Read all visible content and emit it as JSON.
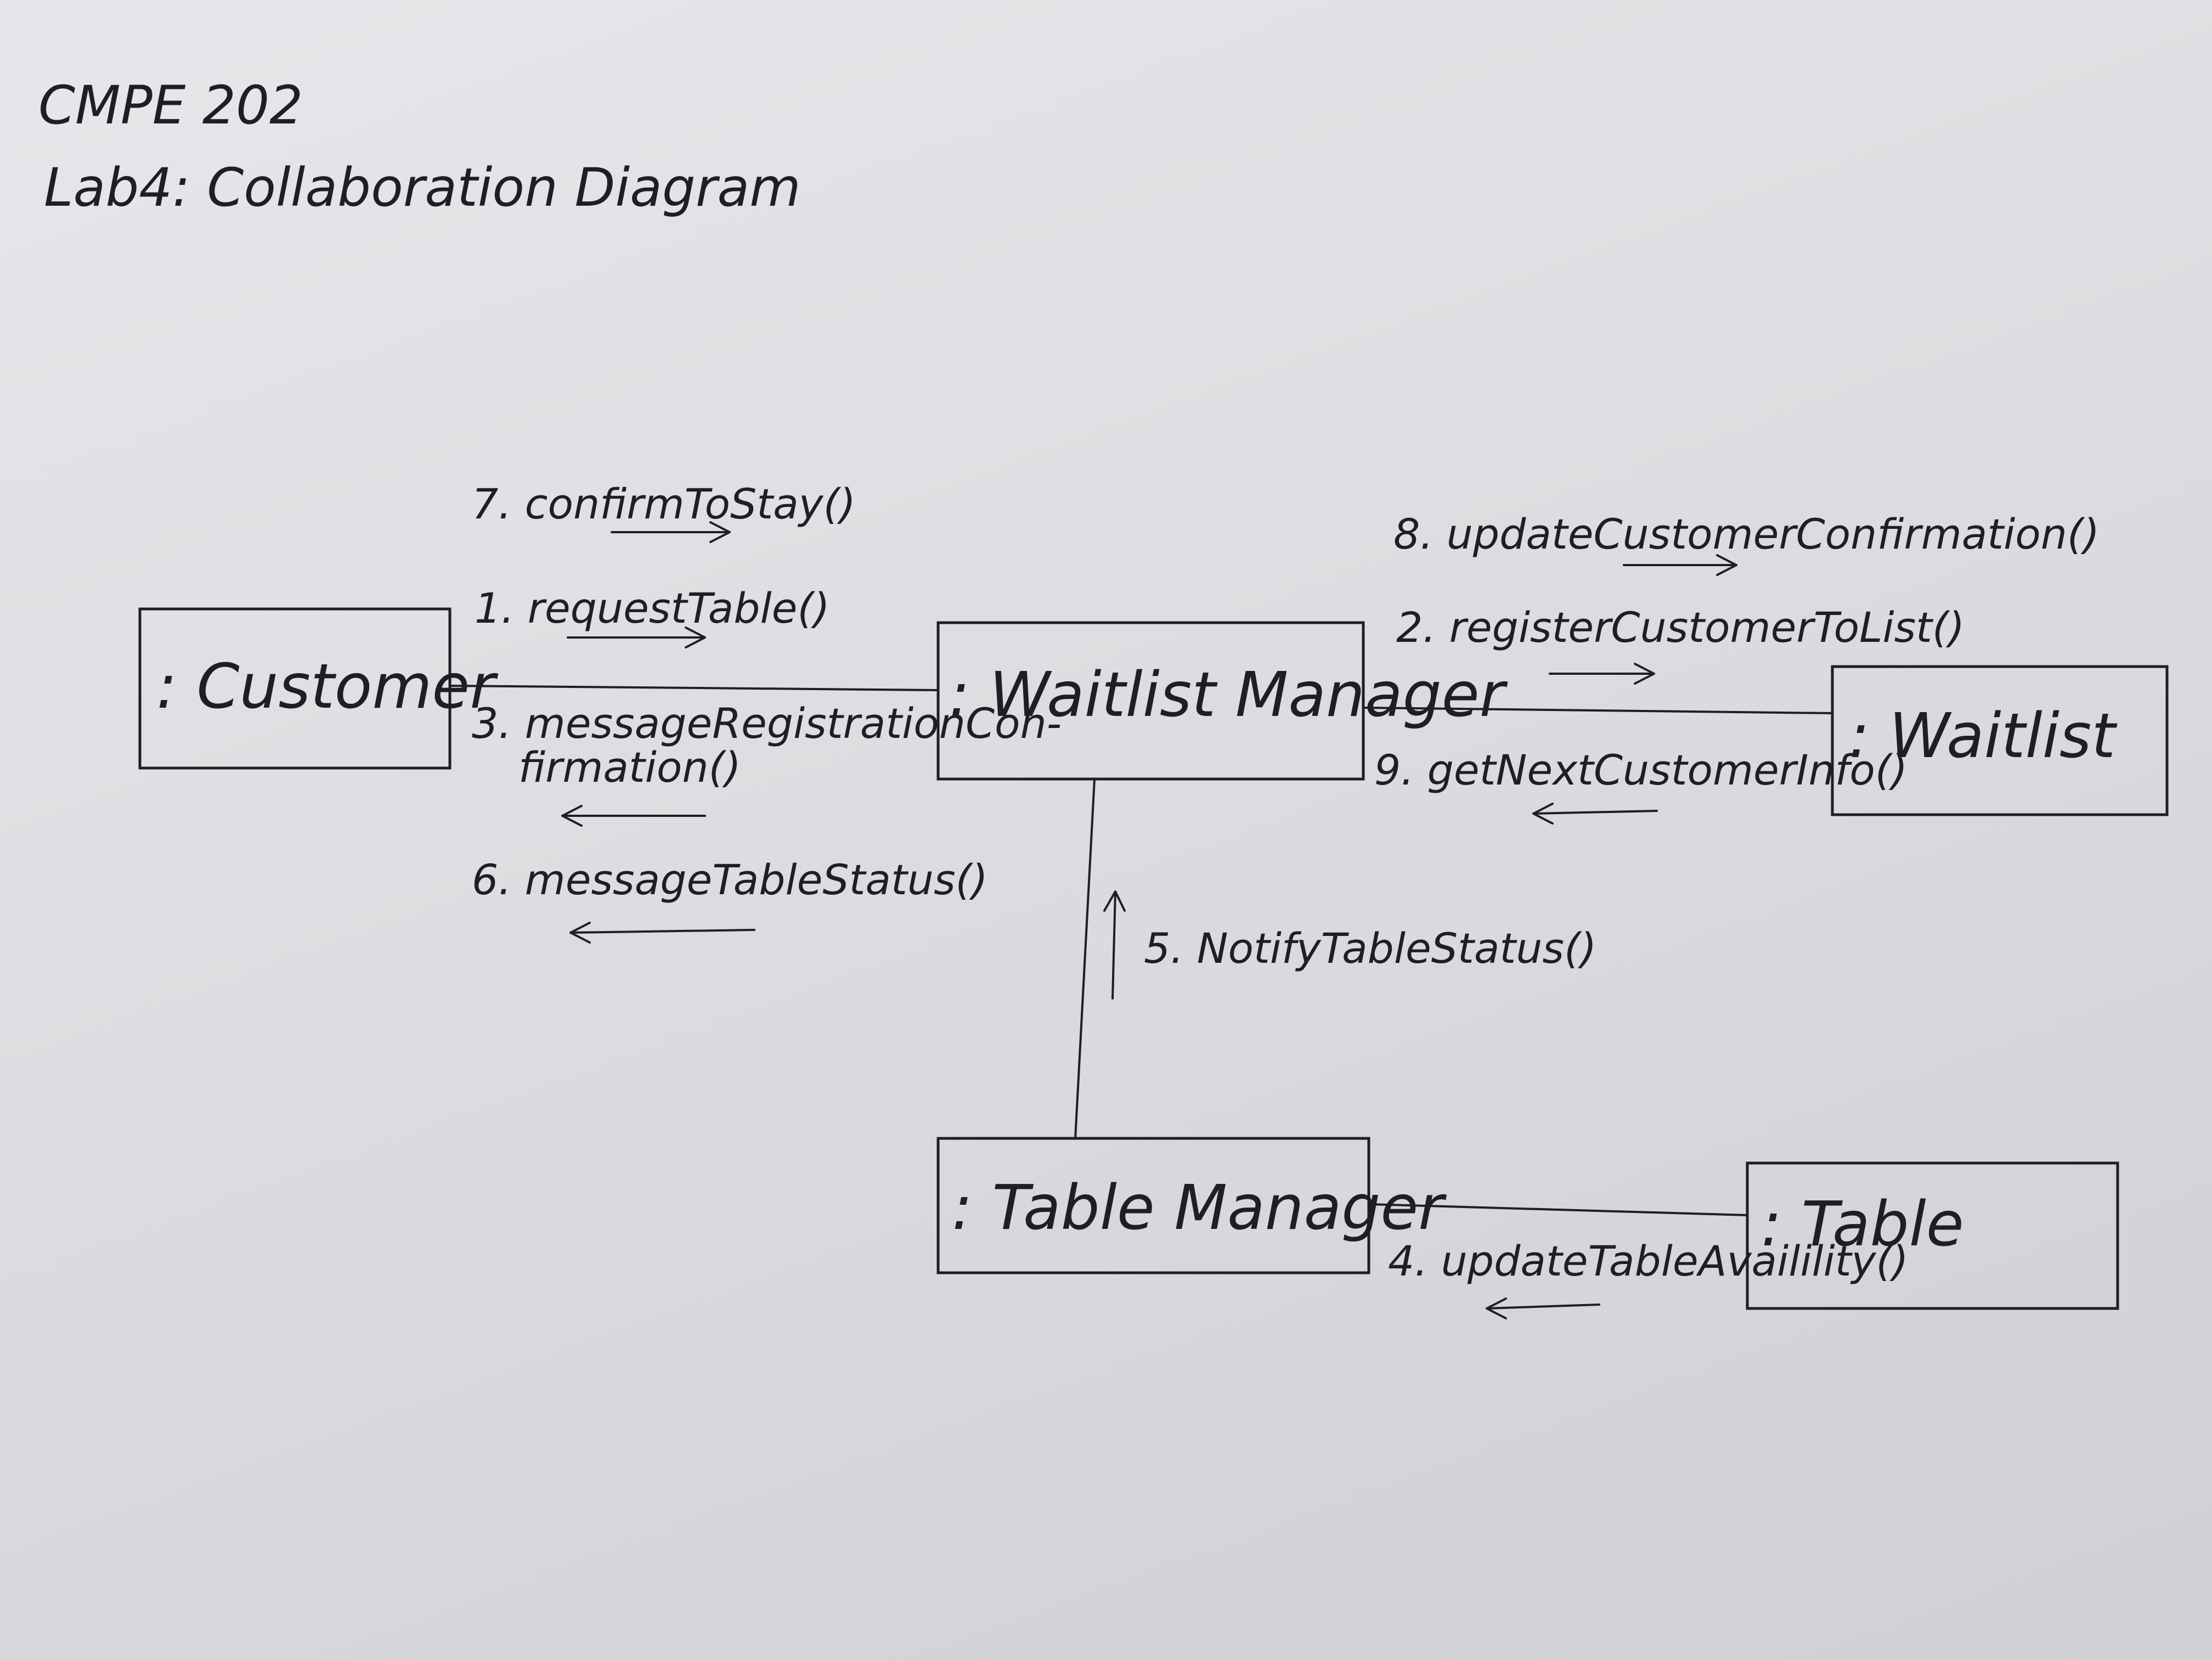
{
  "title": {
    "line1": "CMPE 202",
    "line2": "Lab4: Collaboration Diagram"
  },
  "objects": {
    "customer": ": Customer",
    "waitlist_manager": ": Waitlist Manager",
    "waitlist": ": Waitlist",
    "table_manager": ": Table Manager",
    "table": ": Table"
  },
  "messages": {
    "m7": "7. confirmToStay()",
    "m1": "1. requestTable()",
    "m3_line1": "3. messageRegistrationCon-",
    "m3_line2": "firmation()",
    "m6": "6. messageTableStatus()",
    "m8": "8. updateCustomerConfirmation()",
    "m2": "2. registerCustomerToList()",
    "m9": "9. getNextCustomerInfo()",
    "m5": "5. NotifyTableStatus()",
    "m4": "4. updateTableAvailility()"
  }
}
